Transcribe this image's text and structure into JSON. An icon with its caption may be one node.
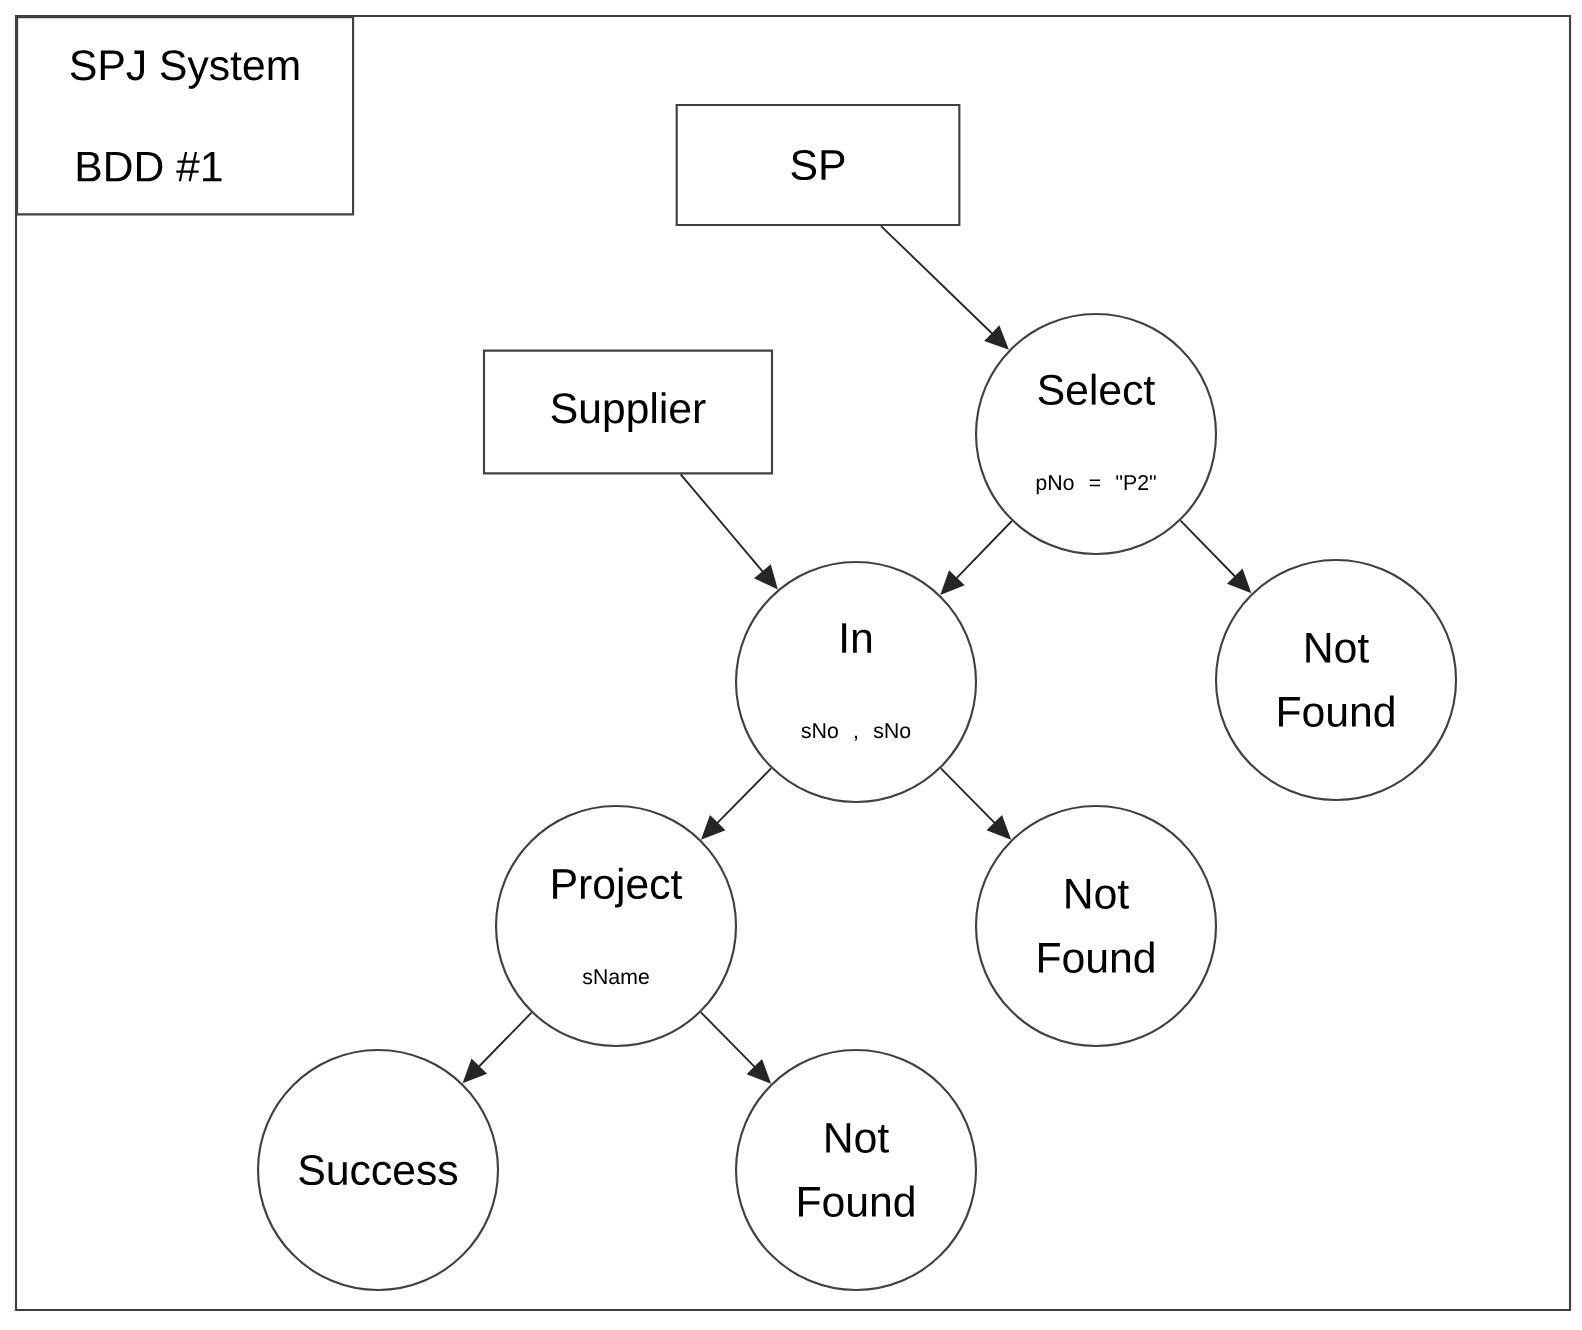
{
  "diagram": {
    "nodes": [
      {
        "text": [
          "SPJ System",
          "BDD #1"
        ]
      },
      {
        "text": [
          "SP"
        ]
      },
      {
        "text": [
          "Supplier"
        ]
      },
      {
        "text": [
          "Select",
          "pNo = \"P2\""
        ]
      },
      {
        "text": [
          "Not Found"
        ]
      },
      {
        "text": [
          "In",
          "sNo , sNo"
        ]
      },
      {
        "text": [
          "Not Found"
        ]
      },
      {
        "text": [
          "Project",
          "sName"
        ]
      },
      {
        "text": [
          "Success"
        ]
      },
      {
        "text": [
          "Not Found"
        ]
      }
    ],
    "edges": [
      {
        "from": 1,
        "to": 3,
        "arrow": "to"
      },
      {
        "from": 2,
        "to": 5,
        "arrow": "to"
      },
      {
        "from": 3,
        "to": 5,
        "arrow": "to"
      },
      {
        "from": 3,
        "to": 4,
        "arrow": "to"
      },
      {
        "from": 5,
        "to": 7,
        "arrow": "to"
      },
      {
        "from": 5,
        "to": 6,
        "arrow": "to"
      },
      {
        "from": 7,
        "to": 8,
        "arrow": "to"
      },
      {
        "from": 7,
        "to": 9,
        "arrow": "to"
      }
    ]
  }
}
